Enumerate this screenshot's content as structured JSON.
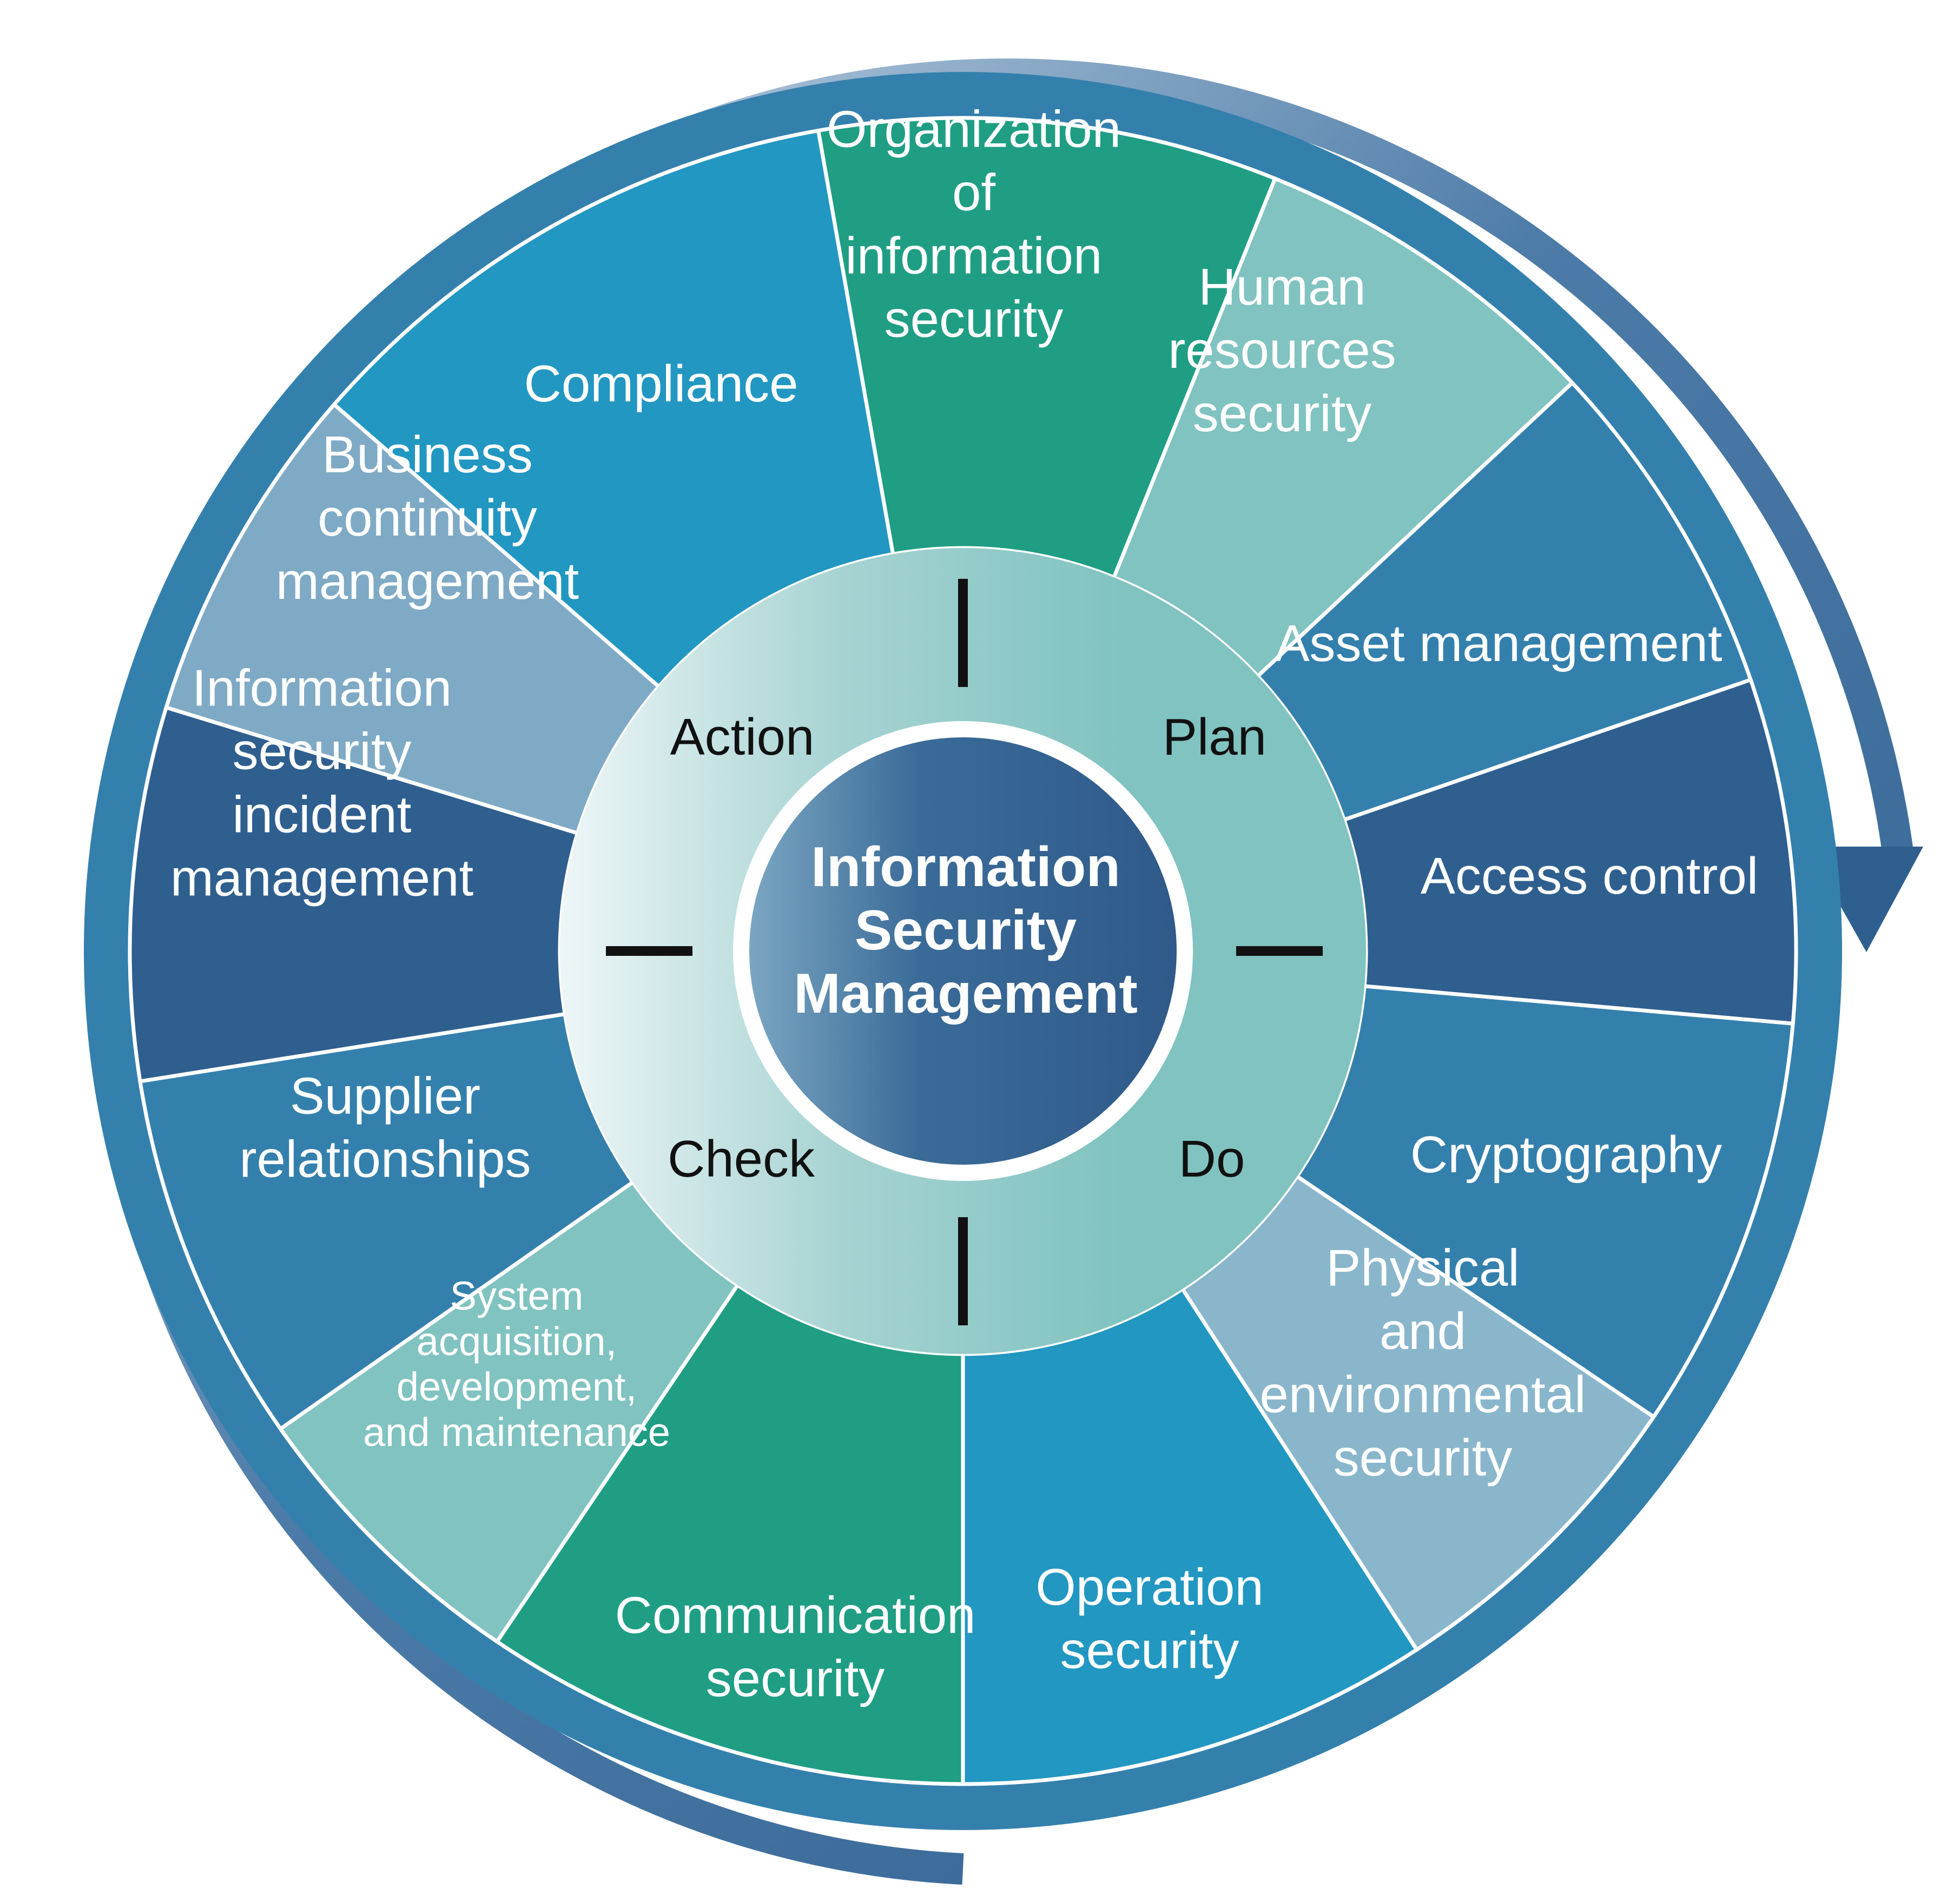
{
  "center": {
    "lines": [
      "Information",
      "Security",
      "Management"
    ]
  },
  "pdca": [
    {
      "label": "Plan"
    },
    {
      "label": "Do"
    },
    {
      "label": "Check"
    },
    {
      "label": "Action"
    }
  ],
  "segments": [
    {
      "lines": [
        "Organization",
        "of",
        "information",
        "security"
      ],
      "color": "#1f9e84"
    },
    {
      "lines": [
        "Human",
        "resources",
        "security"
      ],
      "color": "#80c3c0"
    },
    {
      "lines": [
        "Asset management"
      ],
      "color": "#3480ad"
    },
    {
      "lines": [
        "Access control"
      ],
      "color": "#2f5f8f"
    },
    {
      "lines": [
        "Cryptography"
      ],
      "color": "#3480ad"
    },
    {
      "lines": [
        "Physical",
        "and",
        "environmental",
        "security"
      ],
      "color": "#8ab6cc"
    },
    {
      "lines": [
        "Operation",
        "security"
      ],
      "color": "#2197c2"
    },
    {
      "lines": [
        "Communication",
        "security"
      ],
      "color": "#1f9e84"
    },
    {
      "lines": [
        "System",
        "acquisition,",
        "development,",
        "and maintenance"
      ],
      "color": "#80c3c0"
    },
    {
      "lines": [
        "Supplier",
        "relationships"
      ],
      "color": "#3480ad"
    },
    {
      "lines": [
        "Information",
        "security",
        "incident",
        "management"
      ],
      "color": "#2f5f8f"
    },
    {
      "lines": [
        "Business",
        "continuity",
        "management"
      ],
      "color": "#7faac5"
    },
    {
      "lines": [
        "Compliance"
      ],
      "color": "#2197c2"
    }
  ],
  "colors": {
    "outer_ring": "#3480ad",
    "arrow": "#2f5f8f",
    "pdca_ring": "#80c3c0",
    "center_dark": "#2f5f8f",
    "center_light": "#6fa2bf",
    "divider": "#ffffff",
    "tick": "#111111"
  }
}
